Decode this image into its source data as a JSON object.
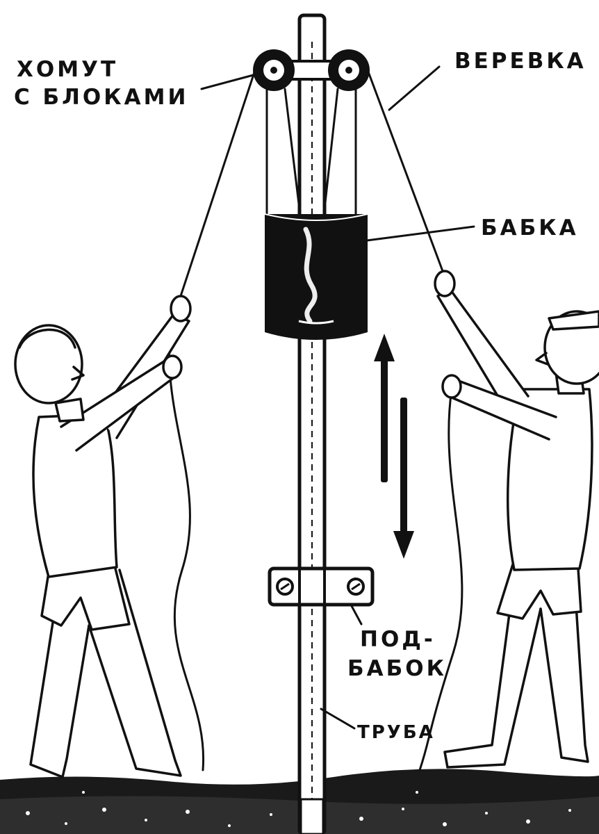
{
  "labels": {
    "clamp_line1": "ХОМУТ",
    "clamp_line2": "С БЛОКАМИ",
    "rope": "ВЕРЕВКА",
    "weight": "БАБКА",
    "anvil_line1": "ПОД-",
    "anvil_line2": "БАБОК",
    "pipe": "ТРУБА"
  },
  "colors": {
    "ink": "#111111",
    "paper": "#ffffff"
  },
  "icons": {
    "motion": "double-vertical-arrow-icon"
  }
}
